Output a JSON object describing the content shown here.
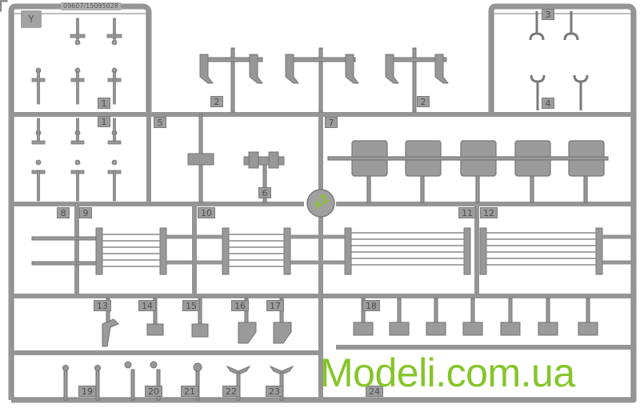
{
  "sprue": {
    "letter": "Y",
    "code": "09607/15095028",
    "scale_mark": "x2"
  },
  "part_numbers": [
    "3",
    "1",
    "2",
    "2",
    "4",
    "1",
    "5",
    "7",
    "6",
    "8",
    "9",
    "10",
    "11",
    "12",
    "13",
    "14",
    "15",
    "16",
    "17",
    "18",
    "19",
    "20",
    "21",
    "22",
    "23",
    "24"
  ],
  "watermark": "Modeli.com.ua",
  "colors": {
    "plastic": "#9a9a9a",
    "plastic_dark": "#7a7a7a",
    "watermark": "#86c52a"
  }
}
